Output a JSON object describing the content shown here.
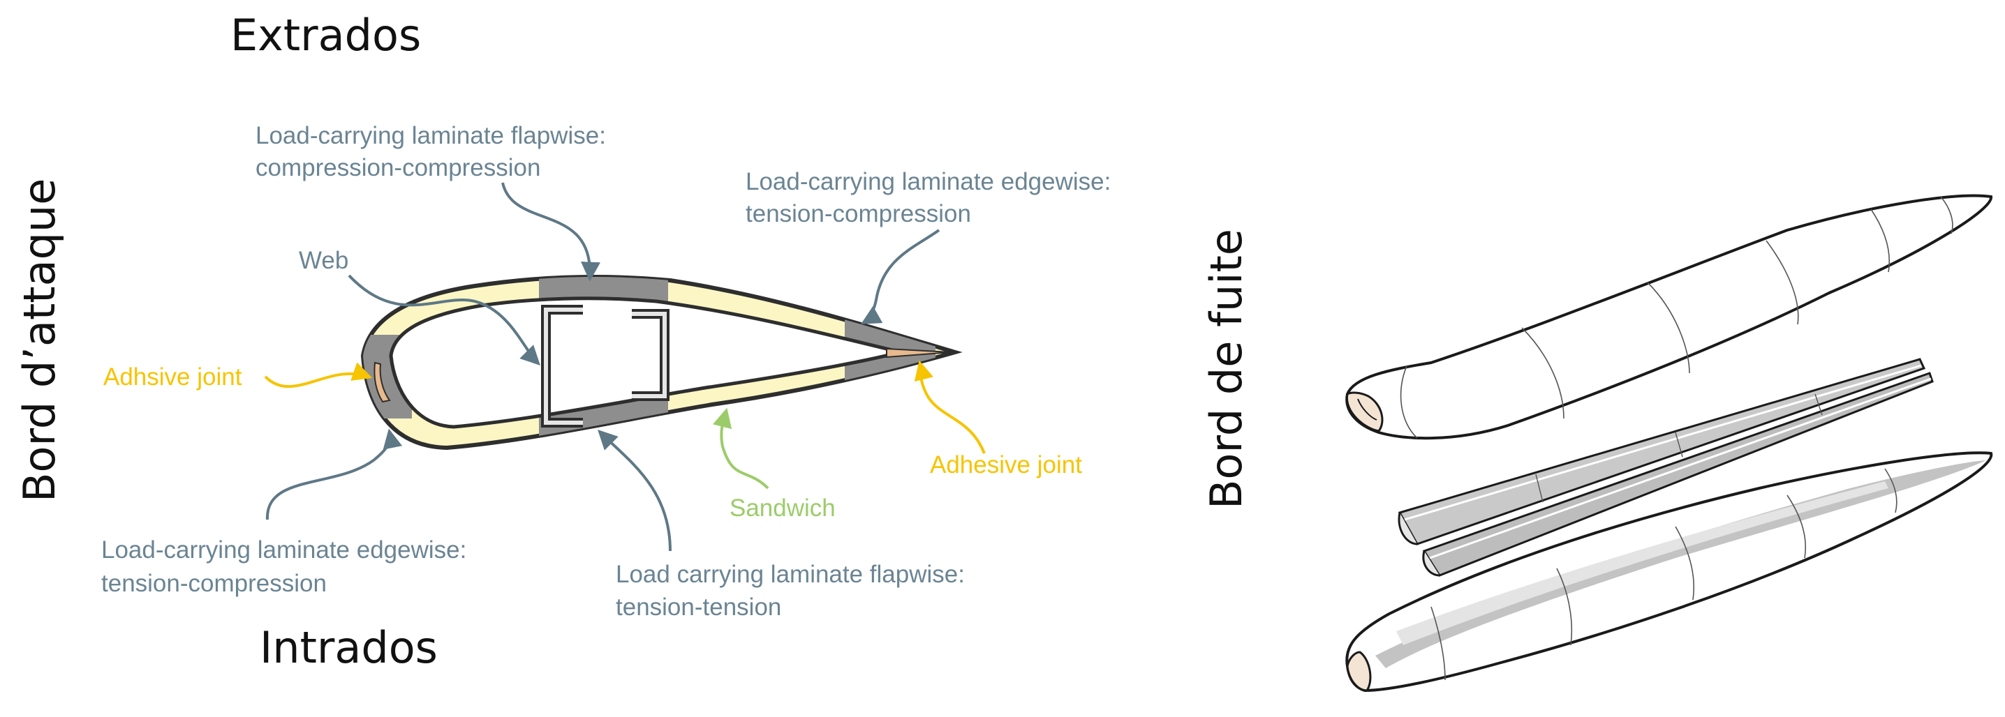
{
  "headings": {
    "extrados": "Extrados",
    "intrados": "Intrados",
    "bord_attaque": "Bord d’attaque",
    "bord_fuite": "Bord de fuite"
  },
  "labels": {
    "flapwise_cc_1": "Load-carrying laminate flapwise:",
    "flapwise_cc_2": "compression-compression",
    "edgewise_top_1": "Load-carrying laminate edgewise:",
    "edgewise_top_2": "tension-compression",
    "web": "Web",
    "adhsive_joint": "Adhsive joint",
    "adhesive_joint": "Adhesive joint",
    "sandwich": "Sandwich",
    "edgewise_bottom_1": "Load-carrying laminate edgewise:",
    "edgewise_bottom_2": "tension-compression",
    "flapwise_tt_1": "Load carrying laminate flapwise:",
    "flapwise_tt_2": "tension-tension"
  },
  "colors": {
    "label_blue_gray": "#6a8493",
    "arrow_blue_gray": "#5e7886",
    "adhesive_yellow": "#f6c400",
    "sandwich_green": "#9ccc6a",
    "sandwich_fill": "#fbf6c4",
    "laminate_gray": "#8e8e8e",
    "outline_dark": "#2e2e2e",
    "joint_orange": "#e8b98c",
    "web_fill": "#e6e6e6",
    "heading_black": "#111111"
  }
}
